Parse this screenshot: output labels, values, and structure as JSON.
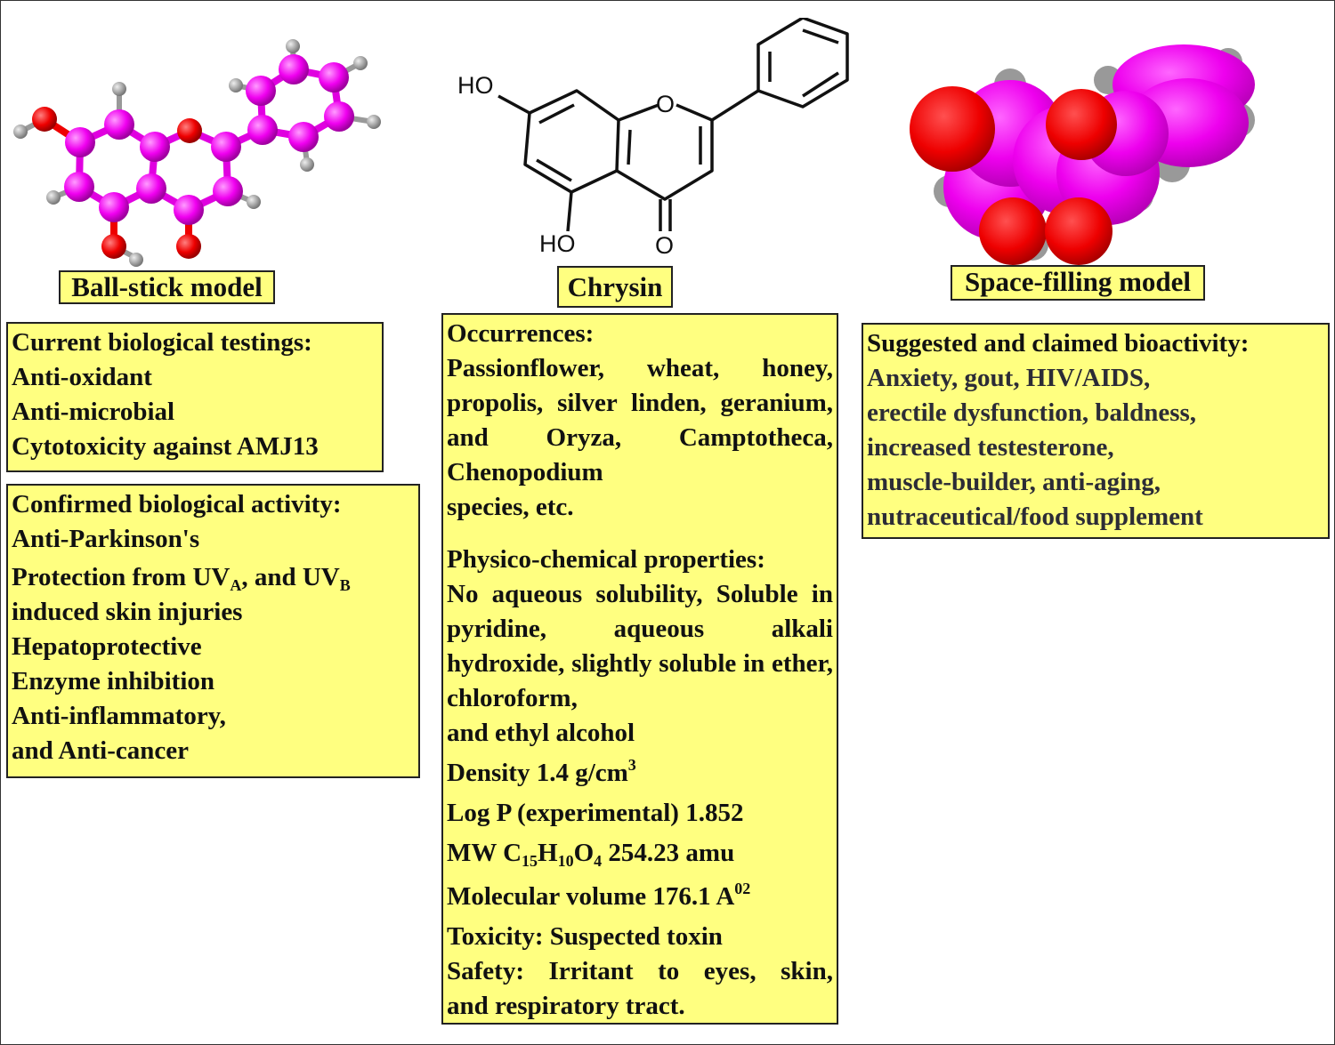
{
  "labels": {
    "ball_stick": "Ball-stick model",
    "chrysin": "Chrysin",
    "space_filling": "Space-filling model"
  },
  "structure": {
    "ho_top": "HO",
    "ho_bottom": "HO",
    "ring_o": "O",
    "carbonyl_o": "O"
  },
  "current_testing": {
    "title": "Current biological testings:",
    "items": [
      "Anti-oxidant",
      "Anti-microbial",
      "Cytotoxicity against AMJ13"
    ]
  },
  "confirmed_activity": {
    "title": "Confirmed biological activity:",
    "item1": "Anti-Parkinson's",
    "uv_prefix": "Protection from UV",
    "uv_sub_a": "A",
    "uv_mid": ", and UV",
    "uv_sub_b": "B",
    "item3": "induced skin injuries",
    "item4": "Hepatoprotective",
    "item5": "Enzyme inhibition",
    "item6": "Anti-inflammatory,",
    "item7": "and Anti-cancer"
  },
  "occurrences": {
    "title": "Occurrences:",
    "text": "Passionflower, wheat, honey, propolis, silver linden, geranium, and Oryza, Camptotheca, Chenopodium",
    "last_line": "species, etc."
  },
  "physico": {
    "title": "Physico-chemical properties:",
    "solubility": "No aqueous solubility, Soluble in pyridine, aqueous alkali hydroxide, slightly soluble in ether, chloroform,",
    "solubility_last": "and ethyl alcohol",
    "density": "Density 1.4 g/cm",
    "density_sup": "3",
    "logp": "Log P (experimental) 1.852",
    "mw_prefix": "MW C",
    "mw_c": "15",
    "mw_h_label": "H",
    "mw_h": "10",
    "mw_o_label": "O",
    "mw_o": "4",
    "mw_value": " 254.23 amu",
    "volume": "Molecular volume 176.1 A",
    "volume_sup": "02",
    "toxicity": "Toxicity: Suspected toxin",
    "safety": "Safety: Irritant to eyes, skin,",
    "safety_last": "and respiratory tract."
  },
  "suggested": {
    "title": "Suggested and claimed bioactivity:",
    "items": [
      "Anxiety, gout, HIV/AIDS,",
      "erectile dysfunction, baldness,",
      "increased testesterone,",
      "muscle-builder, anti-aging,",
      "nutraceutical/food supplement"
    ]
  },
  "colors": {
    "box_fill": "#ffff80",
    "carbon": "#ff00ff",
    "oxygen": "#ff0000",
    "hydrogen": "#aaaaaa"
  }
}
